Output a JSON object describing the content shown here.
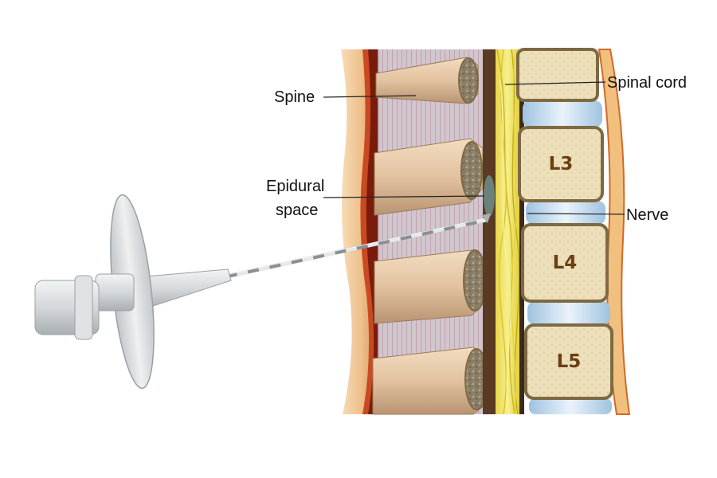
{
  "labels": {
    "spine": "Spine",
    "epidural_line1": "Epidural",
    "epidural_line2": "space",
    "spinal_cord": "Spinal cord",
    "nerve": "Nerve"
  },
  "vertebrae": [
    "L3",
    "L4",
    "L5"
  ],
  "colors": {
    "skin": "#f0c89a",
    "muscle_dark": "#7a1c0c",
    "ligament": "#c7b4c0",
    "bone_body": "#e9dcb6",
    "bone_outline": "#7d6a44",
    "bone_spongy": "#8d8068",
    "disc": "#b9d6ea",
    "nerve_fiber": "#f0e23c",
    "dura": "#5a3a22",
    "vertebra_label": "#6a3f12",
    "needle_hub": "#cfd3d6"
  }
}
